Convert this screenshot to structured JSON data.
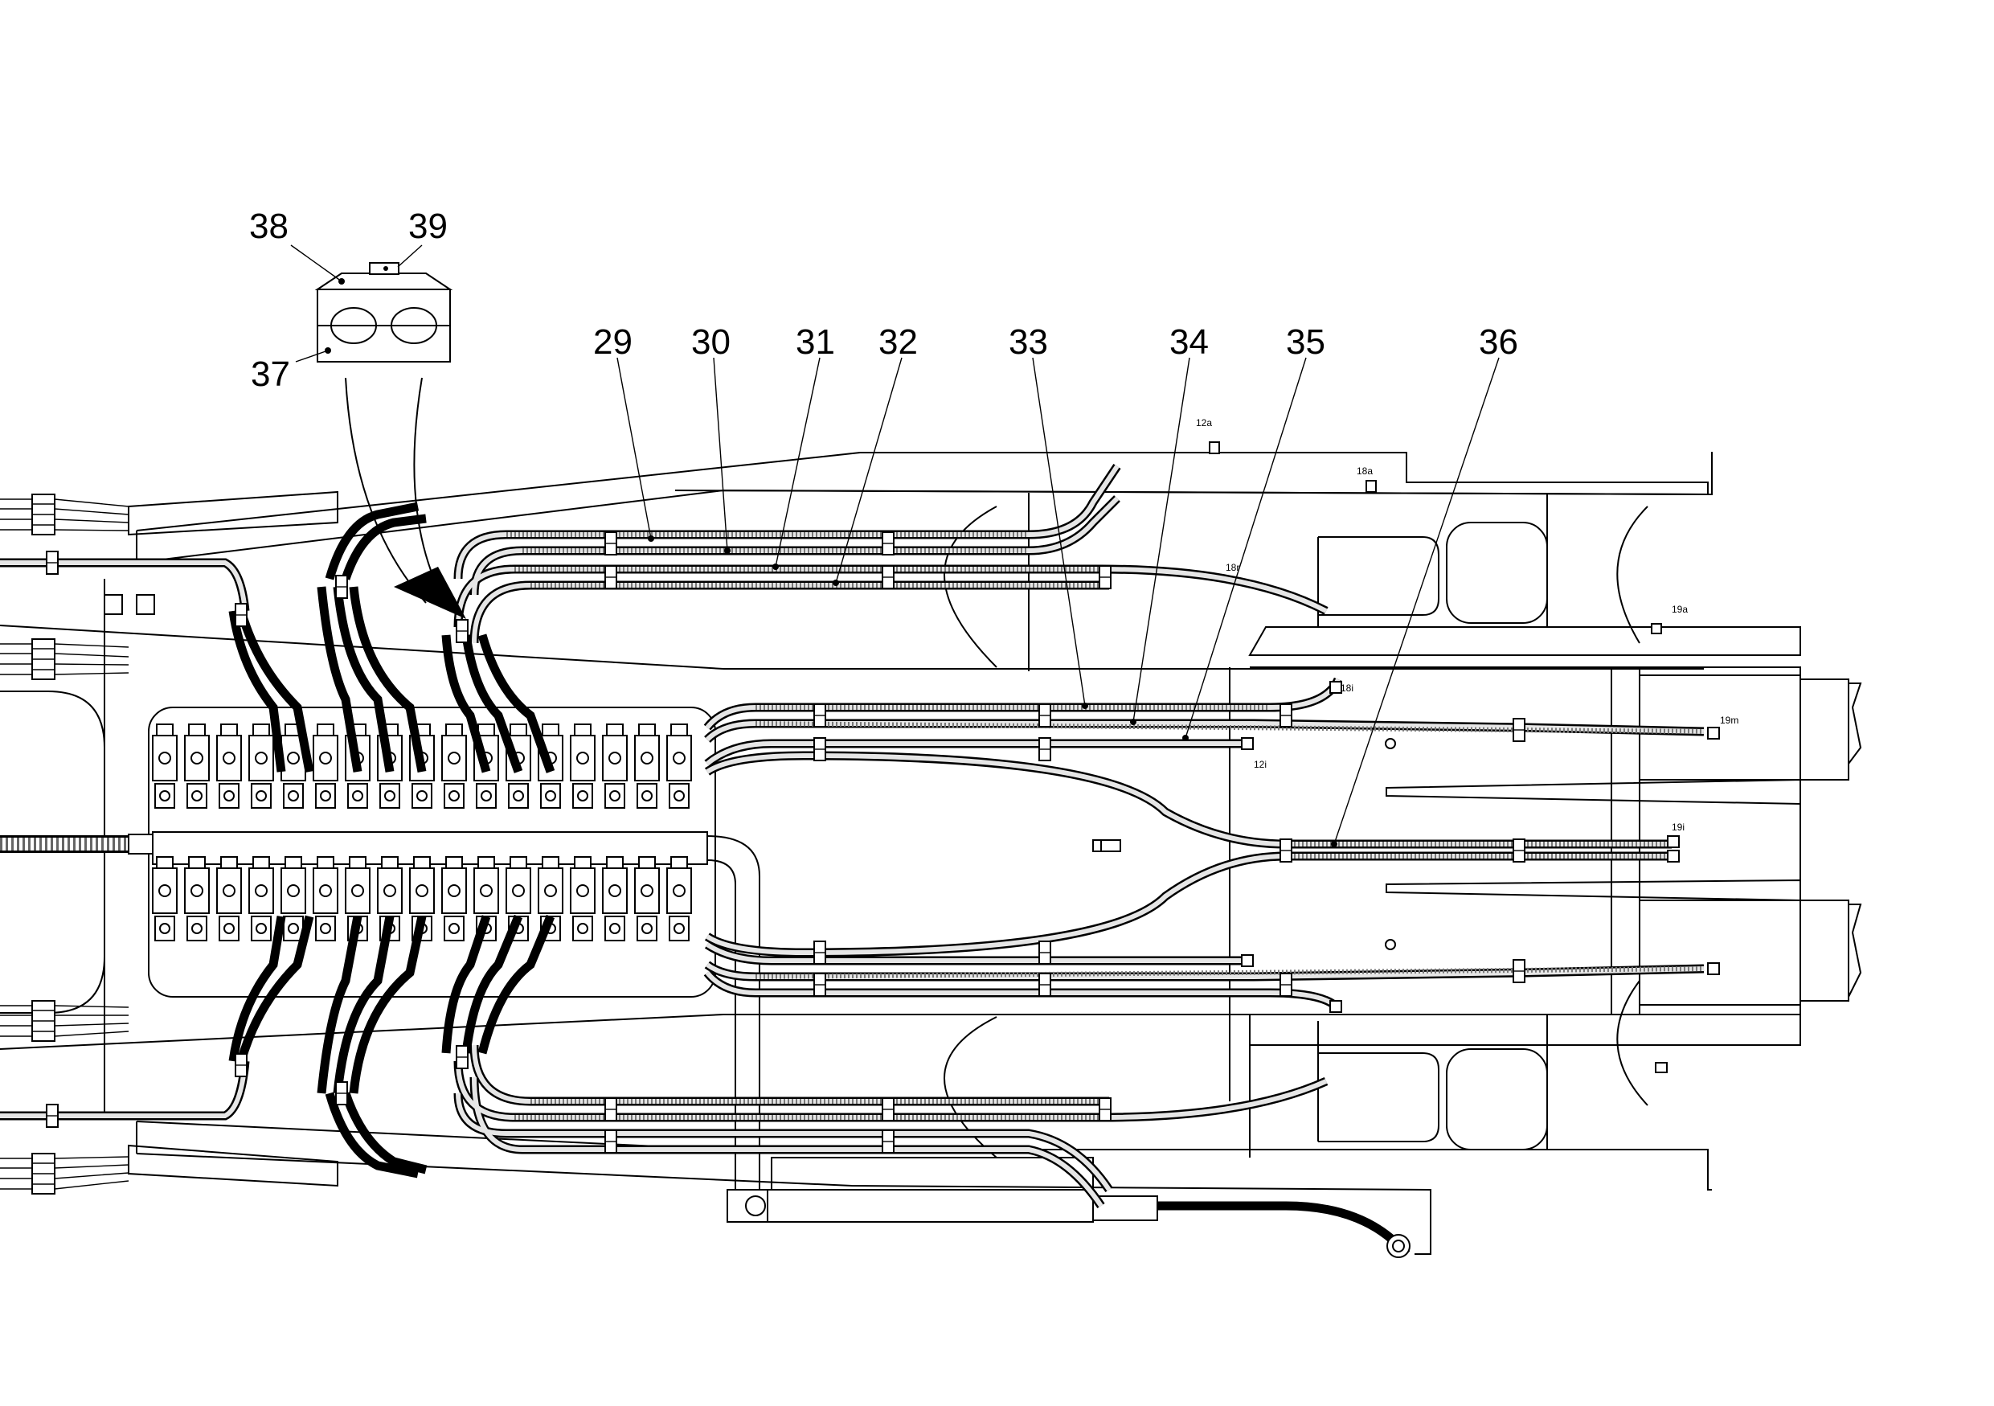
{
  "callouts": {
    "c29": "29",
    "c30": "30",
    "c31": "31",
    "c32": "32",
    "c33": "33",
    "c34": "34",
    "c35": "35",
    "c36": "36",
    "c37": "37",
    "c38": "38",
    "c39": "39"
  },
  "ports": {
    "p12a": "12a",
    "p18a": "18a",
    "p18r": "18r",
    "p18i": "18i",
    "p12i": "12i",
    "p19a": "19a",
    "p19m": "19m",
    "p19i": "19i"
  },
  "colors": {
    "line": "#000000",
    "background": "#ffffff",
    "hose_texture": "#777777"
  }
}
